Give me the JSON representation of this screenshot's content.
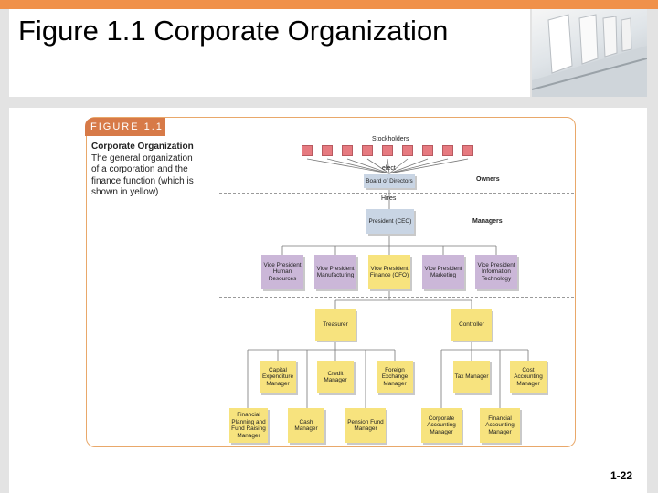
{
  "slide": {
    "title": "Figure 1.1 Corporate Organization",
    "number": "1-22"
  },
  "figure": {
    "label": "FIGURE 1.1",
    "caption_title": "Corporate Organization",
    "caption_body": "The general organization of a corporation and the finance function (which is shown in yellow)",
    "stockholders_label": "Stockholders",
    "elect_label": "elect",
    "hires_label": "Hires",
    "owners_label": "Owners",
    "managers_label": "Managers",
    "board": "Board of Directors",
    "president": "President (CEO)",
    "vps": [
      "Vice President Human Resources",
      "Vice President Manufacturing",
      "Vice President Finance (CFO)",
      "Vice President Marketing",
      "Vice President Information Technology"
    ],
    "treasurer": "Treasurer",
    "controller": "Controller",
    "treasurer_reports": [
      "Capital Expenditure Manager",
      "Credit Manager",
      "Foreign Exchange Manager",
      "Financial Planning and Fund Raising Manager",
      "Cash Manager",
      "Pension Fund Manager"
    ],
    "controller_reports": [
      "Tax Manager",
      "Cost Accounting Manager",
      "Corporate Accounting Manager",
      "Financial Accounting Manager"
    ],
    "colors": {
      "finance": "#f7e37e",
      "other_departments": "#cbb7d8",
      "executive": "#c9d5e4",
      "stockholders": "#e67a80",
      "accent": "#f0914a"
    }
  }
}
